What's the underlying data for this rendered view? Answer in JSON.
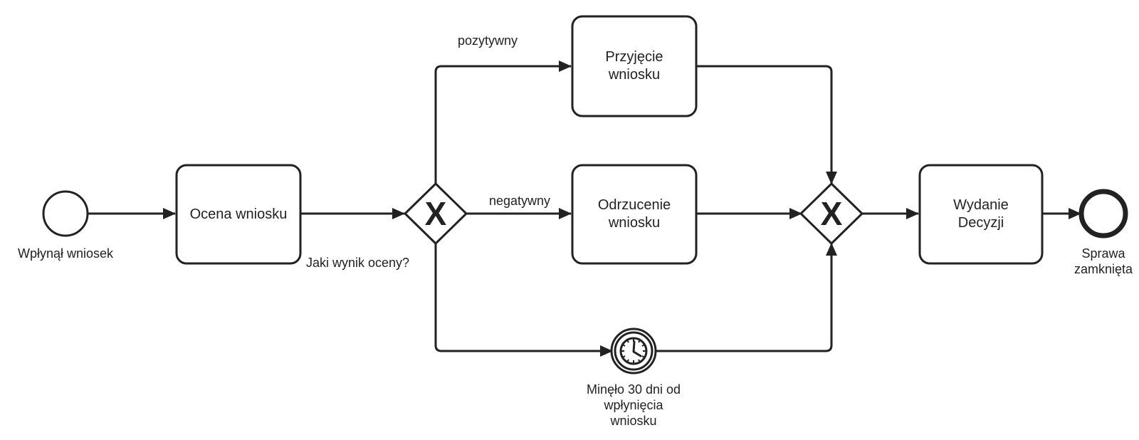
{
  "diagram": {
    "start_event": {
      "label": "Wpłynął wniosek"
    },
    "end_event": {
      "label": "Sprawa\nzamknięta"
    },
    "tasks": {
      "assess": "Ocena wniosku",
      "accept": "Przyjęcie\nwniosku",
      "reject": "Odrzucenie\nwniosku",
      "decision": "Wydanie\nDecyzji"
    },
    "split_gateway": {
      "label": "Jaki wynik oceny?",
      "marker": "X"
    },
    "merge_gateway": {
      "marker": "X"
    },
    "flows": {
      "positive": "pozytywny",
      "negative": "negatywny"
    },
    "timer_event": {
      "label": "Minęło 30 dni od\nwpłynięcia\nwniosku",
      "icon": "clock-icon"
    },
    "colors": {
      "stroke": "#222222",
      "fill": "#ffffff"
    }
  }
}
